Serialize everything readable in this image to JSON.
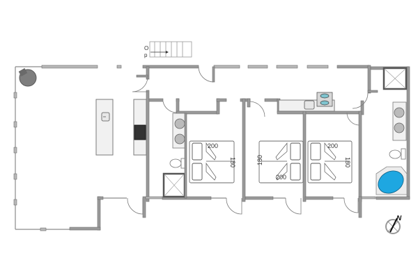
{
  "plan": {
    "type": "floor-plan",
    "stairs": {
      "label_up": "O",
      "label_down": "p"
    },
    "bedrooms": [
      {
        "id": "bedroom-1",
        "bed_length": "200",
        "bed_width": "180"
      },
      {
        "id": "bedroom-2",
        "bed_length": "200",
        "bed_width": "180"
      },
      {
        "id": "bedroom-3",
        "bed_length": "200",
        "bed_width": "180"
      }
    ],
    "compass": {
      "label": "N"
    },
    "colors": {
      "wall": "#9a9a9a",
      "bathtub": "#1ea7e1",
      "stove": "#333333"
    }
  }
}
